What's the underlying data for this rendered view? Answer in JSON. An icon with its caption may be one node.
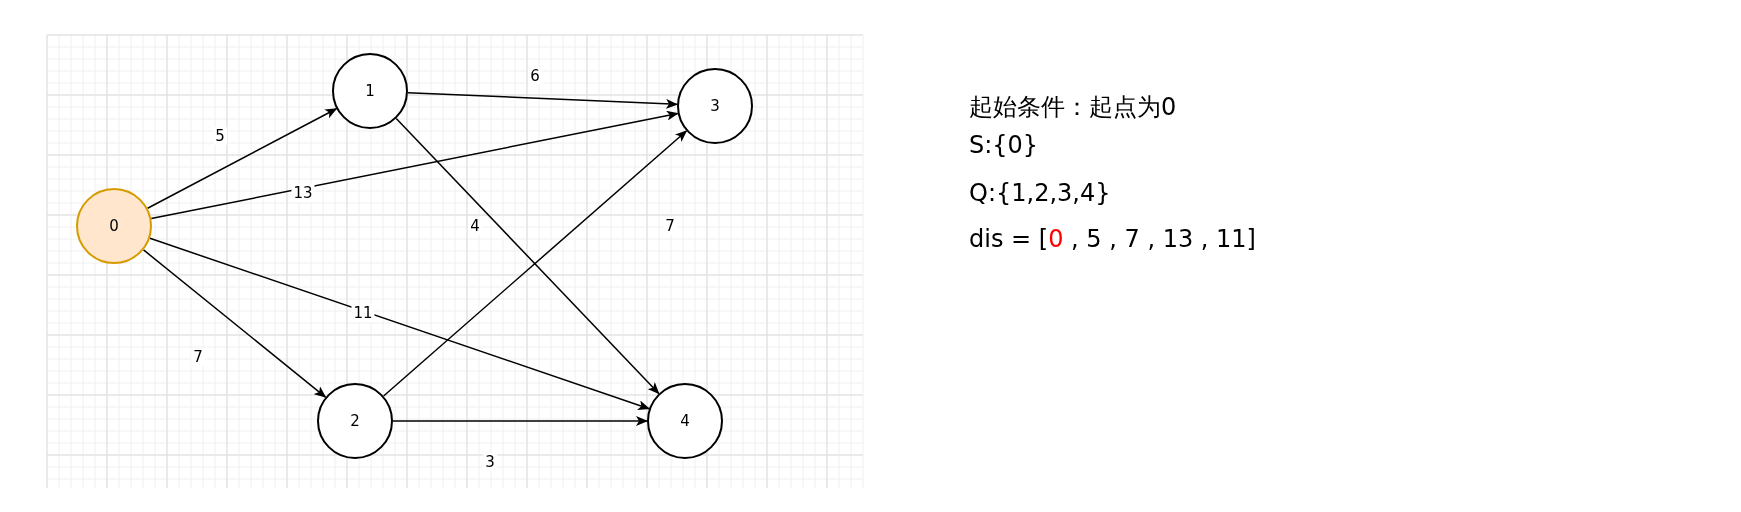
{
  "diagram": {
    "nodes": [
      {
        "text": [
          "0"
        ]
      },
      {
        "text": [
          "1"
        ]
      },
      {
        "text": [
          "2"
        ]
      },
      {
        "text": [
          "3"
        ]
      },
      {
        "text": [
          "4"
        ]
      }
    ],
    "edges": [
      {
        "from": 0,
        "to": 1,
        "arrow": "to",
        "label": "5"
      },
      {
        "from": 1,
        "to": 3,
        "arrow": "to",
        "label": "6"
      },
      {
        "from": 0,
        "to": 3,
        "arrow": "to",
        "label": "13"
      },
      {
        "from": 1,
        "to": 4,
        "arrow": "to",
        "label": "4"
      },
      {
        "from": 2,
        "to": 3,
        "arrow": "to",
        "label": "7"
      },
      {
        "from": 0,
        "to": 4,
        "arrow": "to",
        "label": "11"
      },
      {
        "from": 0,
        "to": 2,
        "arrow": "to",
        "label": "7"
      },
      {
        "from": 2,
        "to": 4,
        "arrow": "to",
        "label": "3"
      }
    ],
    "labels": [
      "起始条件：起点为0",
      "S:{0}",
      "Q:{1,2,3,4}",
      "dis = [",
      "0",
      ", 5 , 7 , 13 , 11]"
    ]
  }
}
